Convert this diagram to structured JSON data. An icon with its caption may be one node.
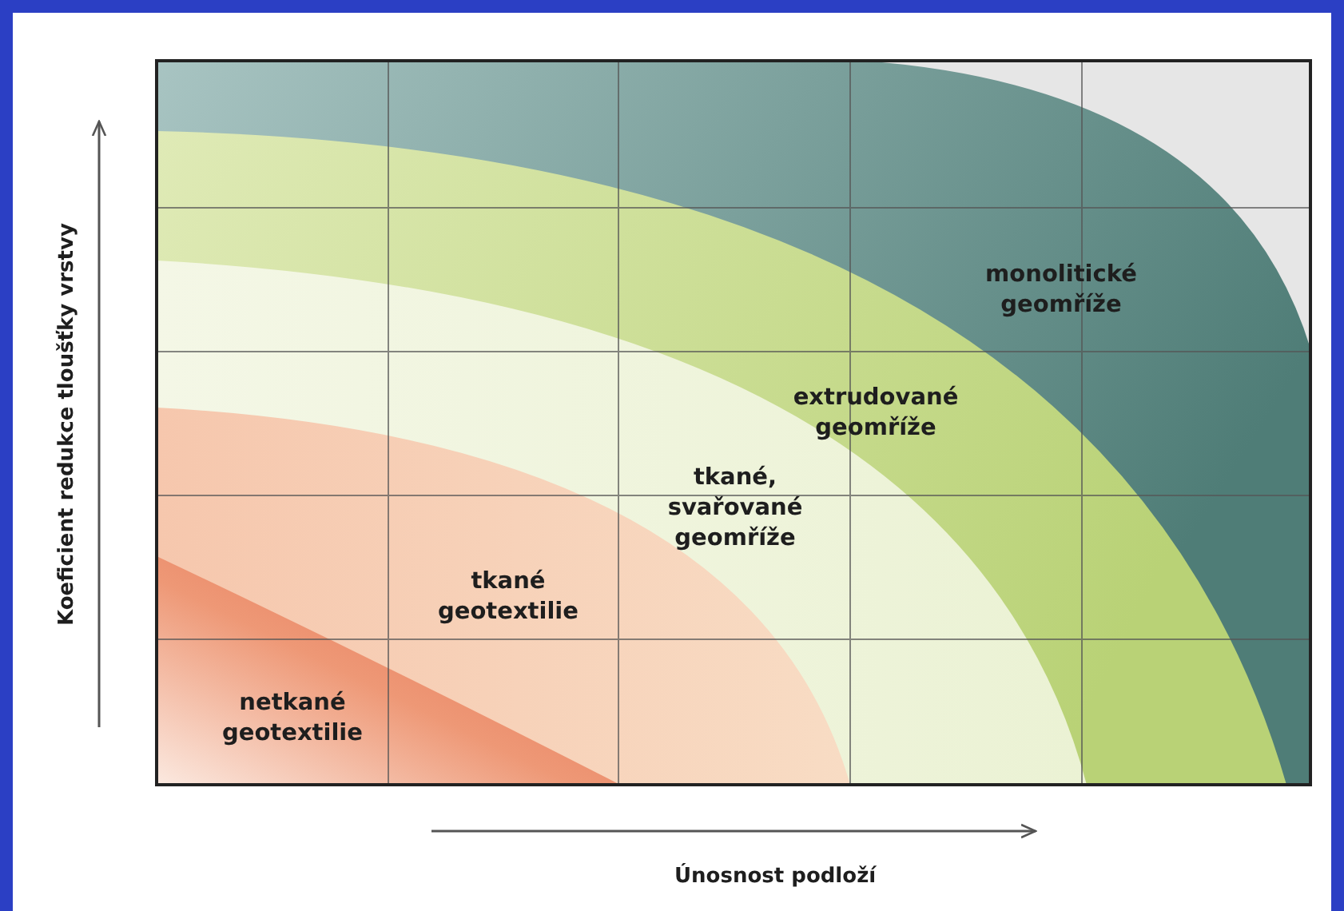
{
  "diagram": {
    "nodes": [
      {
        "text": [
          "netkané geotextilie"
        ]
      },
      {
        "text": [
          "tkané geotextilie"
        ]
      },
      {
        "text": [
          "tkané, svařované geomříže"
        ]
      },
      {
        "text": [
          "extrudované geomříže"
        ]
      },
      {
        "text": [
          "monolitické geomříže"
        ]
      }
    ],
    "labels": [
      "Koeficient redukce tloušťky vrstvy",
      "Únosnost podloží"
    ]
  }
}
